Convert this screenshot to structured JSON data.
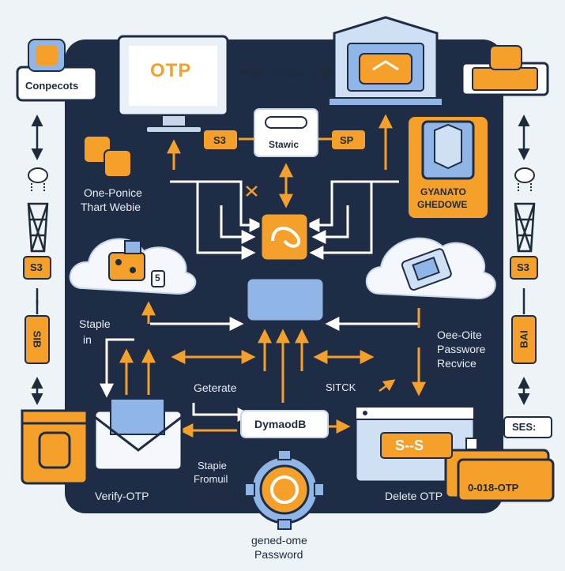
{
  "labels": {
    "otp_monitor": "OTP",
    "api_gateway": "API iGagwicte",
    "components": "Conpecots",
    "stawic": "Stawic",
    "s3_left_badge": "S3",
    "sp_badge": "SP",
    "one_ponice": "One-Ponice",
    "thart_webie": "Thart Webie",
    "gyanato": "GYANATO",
    "ghedowe": "GHEDOWE",
    "s3_side_left": "S3",
    "s3_side_right": "S3",
    "sib_side": "SIB",
    "bai_side": "BAI",
    "staple": "Staple",
    "in": "in",
    "oee_oite": "Oee-Oite",
    "passwore": "Passwore",
    "recvice": "Recvice",
    "geterate": "Geterate",
    "sitck": "SITCK",
    "dynamodb": "DymaodB",
    "s_s": "S--S",
    "ses": "SES:",
    "otp_card": "0-018-OTP",
    "verify_otp": "Verify-OTP",
    "stapie": "Stapie",
    "fromuil": "Fromuil",
    "delete_otp": "Delete OTP",
    "gened_ome": "gened-ome",
    "password": "Password",
    "five": "5"
  },
  "colors": {
    "navy": "#1e2d45",
    "orange": "#f5a02a",
    "blue": "#8fb6e6",
    "light": "#dce8f6",
    "white": "#ffffff"
  }
}
